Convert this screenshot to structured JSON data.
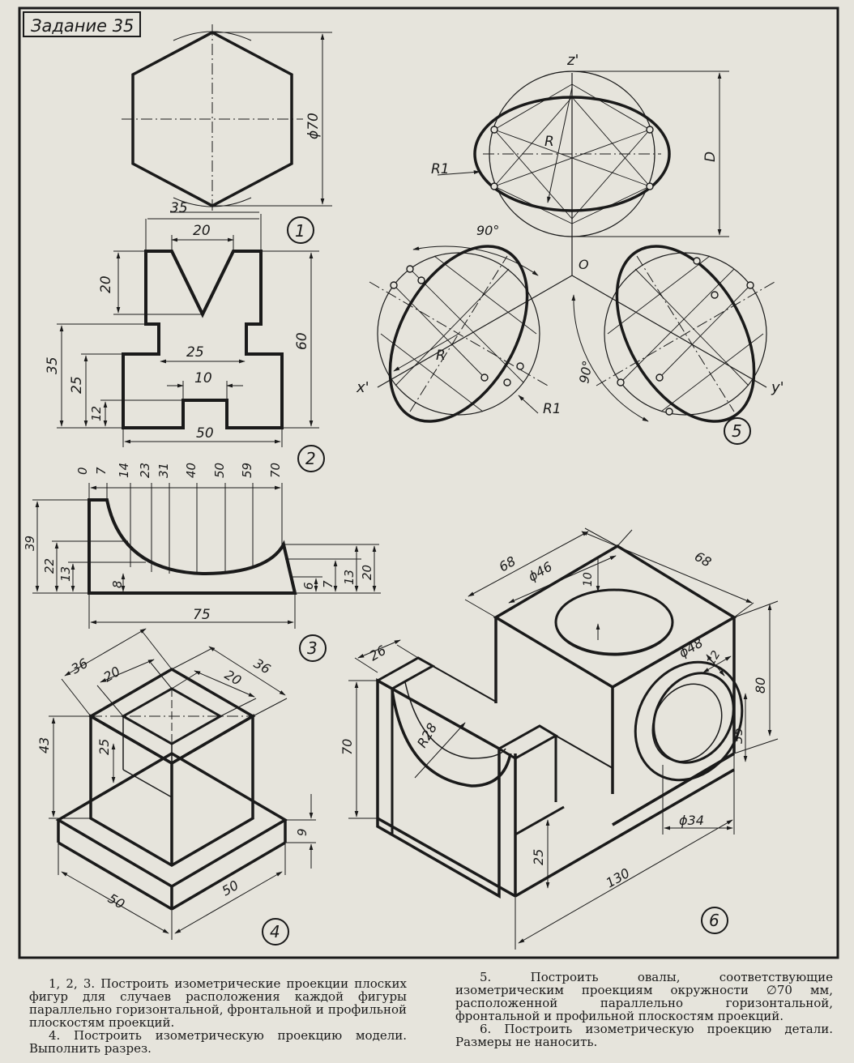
{
  "title": "Задание 35",
  "figure_numbers": [
    "1",
    "2",
    "3",
    "4",
    "5",
    "6"
  ],
  "fig1": {
    "diameter": "ϕ70",
    "width": "35"
  },
  "fig2": {
    "top_width": "20",
    "notch_depth": "20",
    "height": "60",
    "step_height": "35",
    "inner_height": "25",
    "slot_depth": "12",
    "inner_width": "25",
    "slot_width": "10",
    "base_width": "50"
  },
  "fig3": {
    "stations": [
      "0",
      "7",
      "14",
      "23",
      "31",
      "40",
      "50",
      "59",
      "70"
    ],
    "left_dims": [
      "39",
      "22",
      "13"
    ],
    "inner_dim": "8",
    "right_dims": [
      "6",
      "7",
      "13",
      "20"
    ],
    "length": "75"
  },
  "fig4": {
    "top_left": "36",
    "top_right": "36",
    "inner_left": "20",
    "inner_right": "20",
    "height": "43",
    "depth": "25",
    "base_height": "9",
    "base_left": "50",
    "base_right": "50"
  },
  "fig5": {
    "axis_z": "z'",
    "axis_x": "x'",
    "axis_y": "y'",
    "origin": "O",
    "radius": "R",
    "radius1": "R1",
    "diameter": "D",
    "angle": "90°"
  },
  "fig6": {
    "top_left": "68",
    "top_right": "68",
    "hole_top": "ϕ46",
    "hole_depth": "10",
    "hole_side": "ϕ48",
    "side_depth": "12",
    "height": "80",
    "inner_h": "35",
    "bore": "ϕ34",
    "slot_w": "26",
    "wall_h": "70",
    "radius": "R28",
    "base_h": "25",
    "length": "130"
  },
  "captions": {
    "left_1": "1, 2, 3. Построить изометрические проекции плоских фигур для случаев расположения каждой фигуры параллельно горизонтальной, фронтальной и профильной плоскостям проекций.",
    "left_2": "4. Построить изометрическую проекцию модели. Выполнить разрез.",
    "right_1": "5. Построить овалы, соответствующие изометрическим проекциям окружности ∅70 мм, расположенной параллельно горизонтальной, фронтальной и профильной плоскостям проекций.",
    "right_2": "6. Построить изометрическую проекцию детали. Размеры не наносить."
  }
}
